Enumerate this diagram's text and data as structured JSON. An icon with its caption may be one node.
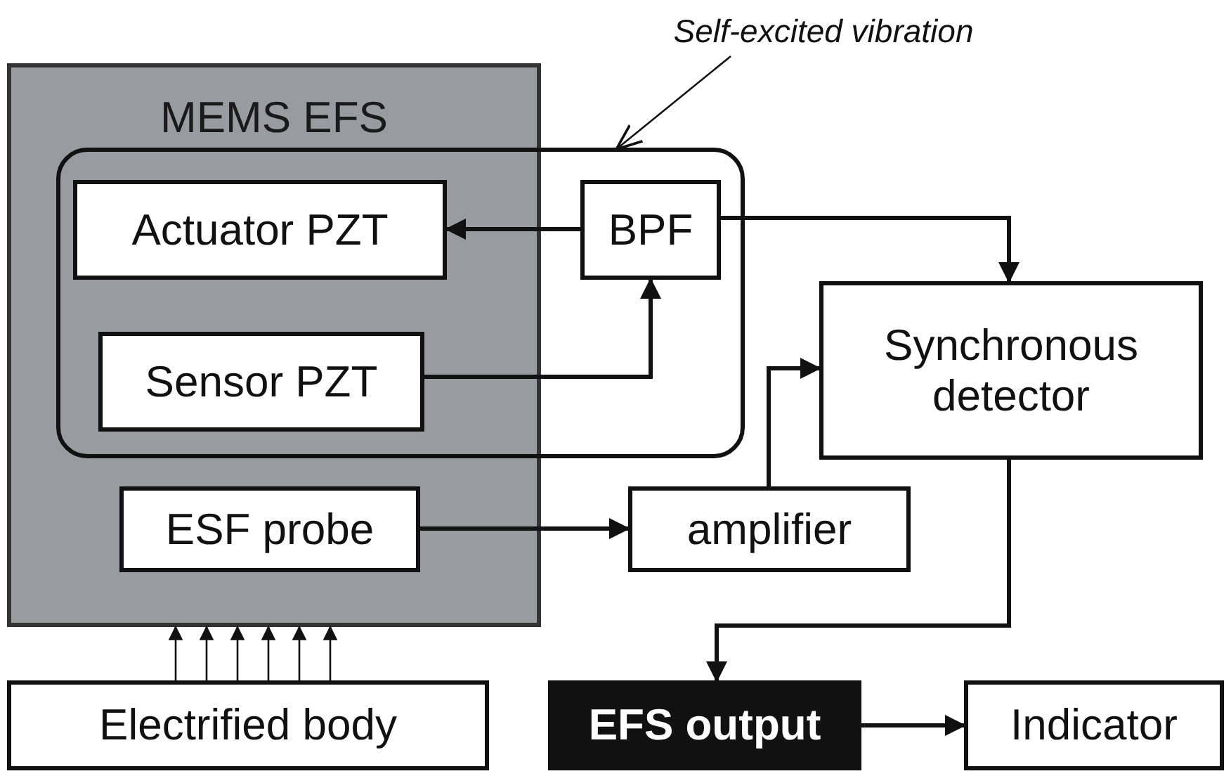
{
  "diagram": {
    "nodes": [
      {
        "text": [
          "Self-excited vibration"
        ]
      },
      {
        "text": [
          "MEMS EFS"
        ]
      },
      {
        "text": [],
        "shape": "box"
      },
      {
        "text": [
          "Actuator PZT"
        ]
      },
      {
        "text": [
          "BPF"
        ],
        "in": 2
      },
      {
        "text": [
          "Sensor PZT"
        ]
      },
      {
        "text": [
          "Synchronous detector"
        ]
      },
      {
        "text": [
          "ESF probe"
        ],
        "in": 1
      },
      {
        "text": [
          "amplifier"
        ]
      },
      {
        "text": [
          "Electrified body"
        ]
      },
      {
        "text": [
          "EFS output"
        ]
      },
      {
        "text": [
          "Indicator"
        ]
      }
    ],
    "edges": [
      {
        "from": 4,
        "to": 3,
        "arrow": "to",
        "style": "thick"
      },
      {
        "from": 5,
        "to": 4,
        "arrow": "to",
        "style": "thick"
      },
      {
        "from": 4,
        "to": 6,
        "arrow": "to",
        "style": "thick"
      },
      {
        "from": 7,
        "to": 8,
        "arrow": "to",
        "style": "thick"
      },
      {
        "from": 8,
        "to": 6,
        "arrow": "to",
        "style": "thick"
      },
      {
        "from": 6,
        "to": 10,
        "arrow": "to",
        "style": "thick"
      },
      {
        "from": 10,
        "to": 11,
        "arrow": "to",
        "style": "thick"
      },
      {
        "from": 9,
        "to": 1,
        "arrow": "to"
      },
      {
        "from": 9,
        "to": 1,
        "arrow": "to"
      },
      {
        "from": 9,
        "to": 1,
        "arrow": "to"
      },
      {
        "from": 9,
        "to": 1,
        "arrow": "to"
      },
      {
        "from": 9,
        "to": 1,
        "arrow": "to"
      },
      {
        "from": 9,
        "to": 1,
        "arrow": "to"
      },
      {
        "from": 0,
        "to": 2,
        "arrow": "to"
      }
    ]
  }
}
